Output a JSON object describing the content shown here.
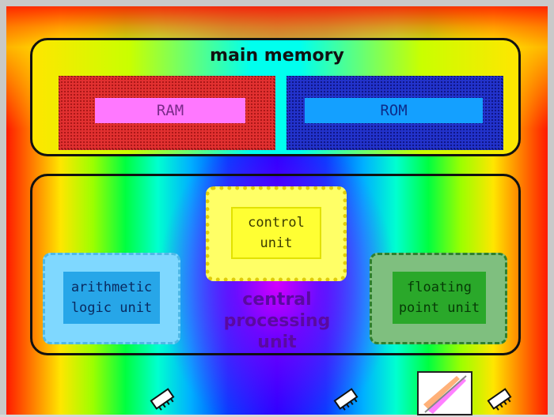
{
  "memory": {
    "title": "main memory",
    "ram_label": "RAM",
    "rom_label": "ROM"
  },
  "cpu": {
    "title": "central\nprocessing\nunit",
    "control_unit": "control\nunit",
    "alu": "arithmetic\nlogic unit",
    "fpu": "floating\npoint unit"
  },
  "icons": {
    "chip_1": "memory-chip-icon",
    "chip_2": "memory-chip-icon",
    "paint": "paint-tool-icon",
    "chip_3": "memory-chip-icon"
  },
  "colors": {
    "ram": "#e23030",
    "rom": "#2233cc",
    "control_unit": "#ffff33",
    "alu": "#27a6e8",
    "fpu": "#2aa82a",
    "cpu_title": "#5a0aa0"
  }
}
